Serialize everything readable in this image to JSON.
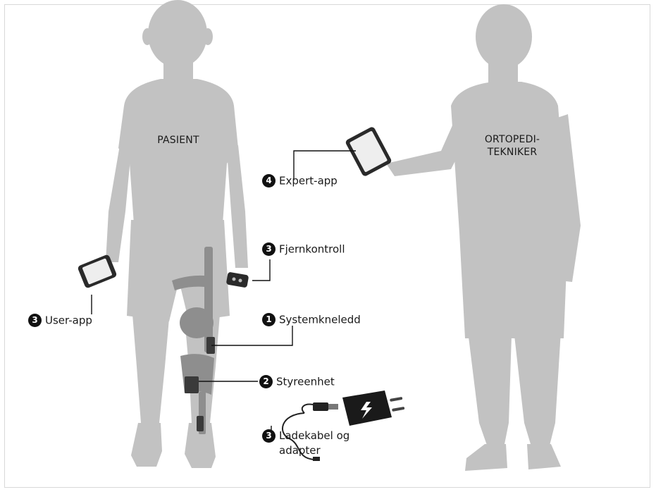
{
  "people": {
    "patient": "PASIENT",
    "technician_line1": "ORTOPEDI-",
    "technician_line2": "TEKNIKER"
  },
  "callouts": {
    "expert_app": {
      "number": "4",
      "text": "Expert-app"
    },
    "remote": {
      "number": "3",
      "text": "Fjernkontroll"
    },
    "user_app": {
      "number": "3",
      "text": "User-app"
    },
    "knee_joint": {
      "number": "1",
      "text": "Systemkneledd"
    },
    "control_unit": {
      "number": "2",
      "text": "Styreenhet"
    },
    "charger": {
      "number": "3",
      "text_line1": "Ladekabel og",
      "text_line2": "adapter"
    }
  },
  "colors": {
    "silhouette": "#c2c2c2",
    "orthosis": "#8e8e8e",
    "device": "#3a3a3a",
    "line": "#111111"
  }
}
